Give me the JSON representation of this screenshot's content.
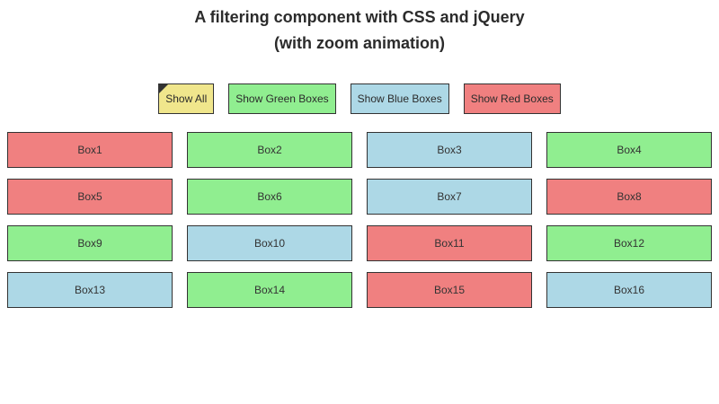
{
  "header": {
    "title_line1": "A filtering component with CSS and jQuery",
    "title_line2": "(with zoom animation)"
  },
  "colors": {
    "all": "#f0e68c",
    "green": "#90ee90",
    "blue": "#add8e6",
    "red": "#f08080"
  },
  "filters": [
    {
      "label": "Show All",
      "color": "all",
      "active": true
    },
    {
      "label": "Show Green Boxes",
      "color": "green",
      "active": false
    },
    {
      "label": "Show Blue Boxes",
      "color": "blue",
      "active": false
    },
    {
      "label": "Show Red Boxes",
      "color": "red",
      "active": false
    }
  ],
  "boxes": [
    {
      "label": "Box1",
      "color": "red"
    },
    {
      "label": "Box2",
      "color": "green"
    },
    {
      "label": "Box3",
      "color": "blue"
    },
    {
      "label": "Box4",
      "color": "green"
    },
    {
      "label": "Box5",
      "color": "red"
    },
    {
      "label": "Box6",
      "color": "green"
    },
    {
      "label": "Box7",
      "color": "blue"
    },
    {
      "label": "Box8",
      "color": "red"
    },
    {
      "label": "Box9",
      "color": "green"
    },
    {
      "label": "Box10",
      "color": "blue"
    },
    {
      "label": "Box11",
      "color": "red"
    },
    {
      "label": "Box12",
      "color": "green"
    },
    {
      "label": "Box13",
      "color": "blue"
    },
    {
      "label": "Box14",
      "color": "green"
    },
    {
      "label": "Box15",
      "color": "red"
    },
    {
      "label": "Box16",
      "color": "blue"
    }
  ]
}
